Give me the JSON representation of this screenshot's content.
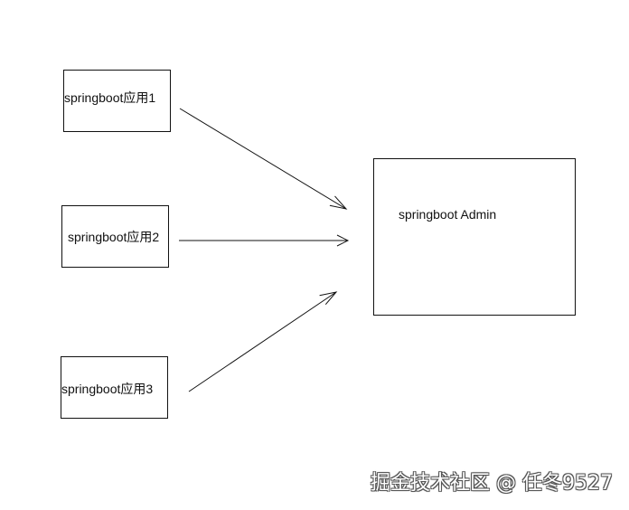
{
  "nodes": {
    "app1": {
      "label": "springboot应用1"
    },
    "app2": {
      "label": "springboot应用2"
    },
    "app3": {
      "label": "springboot应用3"
    },
    "admin": {
      "label": "springboot Admin"
    }
  },
  "watermark": {
    "text": "掘金技术社区 @ 任冬9527"
  }
}
